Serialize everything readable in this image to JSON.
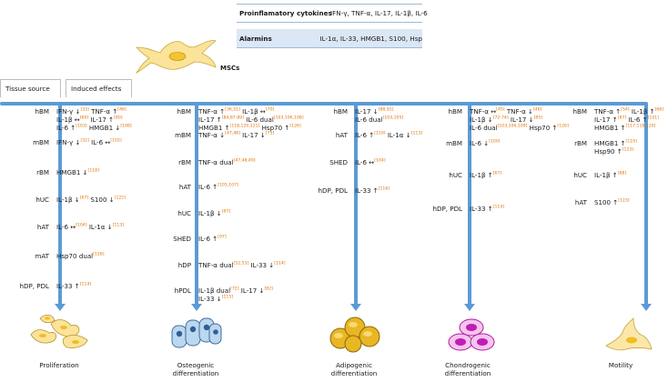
{
  "legend": [
    {
      "label": "Proinflamatory cytokines",
      "value": "IFN-γ, TNF-α, IL-17, IL-1β, IL-6"
    },
    {
      "label": "Alarmins",
      "value": "IL-1α, IL-33, HMGB1, S100, Hsp"
    }
  ],
  "msc_label": "MSCs",
  "tabs": [
    "Tissue source",
    "Induced effects"
  ],
  "columns": [
    {
      "outcome": "Proliferation",
      "entries": [
        {
          "source": "hBM",
          "lines": [
            [
              [
                "IFN-γ ↓",
                "[33]"
              ],
              [
                " TNF-α ↑",
                "[46]"
              ]
            ],
            [
              [
                "IL-1β ↔",
                "[69]"
              ],
              [
                " IL-17 ↑",
                "[80]"
              ]
            ],
            [
              [
                "IL-6 ↑",
                "[103]"
              ],
              [
                " HMGB1 ↓",
                "[108]"
              ]
            ]
          ]
        },
        {
          "source": "mBM",
          "lines": [
            [
              [
                "IFN-γ ↓",
                "[32]"
              ],
              [
                " IL-6 ↔",
                "[102]"
              ]
            ]
          ]
        },
        {
          "source": "rBM",
          "lines": [
            [
              [
                "HMGB1 ↓",
                "[118]"
              ]
            ]
          ]
        },
        {
          "source": "hUC",
          "lines": [
            [
              [
                "IL-1β ↓",
                "[67]"
              ],
              [
                " S100 ↓",
                "[122]"
              ]
            ]
          ]
        },
        {
          "source": "hAT",
          "lines": [
            [
              [
                "IL-6 ↔",
                "[104]"
              ],
              [
                " IL-1α ↓",
                "[113]"
              ]
            ]
          ]
        },
        {
          "source": "mAT",
          "lines": [
            [
              [
                "Hsp70 dual",
                "[126]"
              ]
            ]
          ]
        },
        {
          "source": "hDP, PDL",
          "lines": [
            [
              [
                "IL-33 ↑",
                "[114]"
              ]
            ]
          ]
        }
      ]
    },
    {
      "outcome": "Osteogenic differentiation",
      "entries": [
        {
          "source": "hBM",
          "lines": [
            [
              [
                "TNF-α ↑",
                "[36,51]"
              ],
              [
                " IL-1β ↔",
                "[70]"
              ]
            ],
            [
              [
                "IL-17 ↑",
                "[84,87-89]"
              ],
              [
                " IL-6 dual",
                "[103,106,108]"
              ]
            ],
            [
              [
                "HMGB1 ↑",
                "[118,120,121]"
              ],
              [
                " Hsp70 ↑",
                "[126]"
              ]
            ]
          ]
        },
        {
          "source": "mBM",
          "lines": [
            [
              [
                "TNF-α ↓",
                "[47,48]"
              ],
              [
                " IL-17 ↓",
                "[75]"
              ]
            ]
          ]
        },
        {
          "source": "rBM",
          "lines": [
            [
              [
                "TNF-α dual",
                "[47,48,49]"
              ]
            ]
          ]
        },
        {
          "source": "hAT",
          "lines": [
            [
              [
                "IL-6 ↑",
                "[105,107]"
              ]
            ]
          ]
        },
        {
          "source": "hUC",
          "lines": [
            [
              [
                "IL-1β ↓",
                "[67]"
              ]
            ]
          ]
        },
        {
          "source": "SHED",
          "lines": [
            [
              [
                "IL-6 ↑",
                "[97]"
              ]
            ]
          ]
        },
        {
          "source": "hDP",
          "lines": [
            [
              [
                "TNF-α dual",
                "[52,53]"
              ],
              [
                " IL-33 ↓",
                "[114]"
              ]
            ]
          ]
        },
        {
          "source": "hPDL",
          "lines": [
            [
              [
                "IL-1β dual",
                "[72]"
              ],
              [
                " IL-17 ↓",
                "[82]"
              ]
            ],
            [
              [
                "IL-33 ↓",
                "[115]"
              ]
            ]
          ]
        }
      ]
    },
    {
      "outcome": "Adipogenic differentiation",
      "entries": [
        {
          "source": "hBM",
          "lines": [
            [
              [
                "IL-17 ↓",
                "[88,91]"
              ]
            ],
            [
              [
                "IL-6 dual",
                "[103,105]"
              ]
            ]
          ]
        },
        {
          "source": "hAT",
          "lines": [
            [
              [
                "IL-6 ↑",
                "[110]"
              ],
              [
                " IL-1α ↓",
                "[113]"
              ]
            ]
          ]
        },
        {
          "source": "SHED",
          "lines": [
            [
              [
                "IL-6 ↔",
                "[104]"
              ]
            ]
          ]
        },
        {
          "source": "hDP, PDL",
          "lines": [
            [
              [
                "IL-33 ↑",
                "[116]"
              ]
            ]
          ]
        }
      ]
    },
    {
      "outcome": "Chondrogenic differentiation",
      "entries": [
        {
          "source": "hBM",
          "lines": [
            [
              [
                "TNF-α ↔",
                "[45]"
              ],
              [
                " TNF-α ↓",
                "[46]"
              ]
            ],
            [
              [
                "IL-1β ↓",
                "[72-74]"
              ],
              [
                " IL-17 ↓",
                "[85]"
              ]
            ],
            [
              [
                "IL-6 dual",
                "[103,106,109]"
              ],
              [
                " Hsp70 ↑",
                "[126]"
              ]
            ]
          ]
        },
        {
          "source": "mBM",
          "lines": [
            [
              [
                "IL-6 ↓",
                "[100]"
              ]
            ]
          ]
        },
        {
          "source": "hUC",
          "lines": [
            [
              [
                "IL-1β ↑",
                "[67]"
              ]
            ]
          ]
        },
        {
          "source": "hDP, PDL",
          "lines": [
            [
              [
                "IL-33 ↑",
                "[114]"
              ]
            ]
          ]
        }
      ]
    },
    {
      "outcome": "Motility",
      "entries": [
        {
          "source": "hBM",
          "lines": [
            [
              [
                "TNF-α ↑",
                "[54]"
              ],
              [
                " IL-1β ↑",
                "[68]"
              ]
            ],
            [
              [
                "IL-17 ↑",
                "[87]"
              ],
              [
                " IL-6 ↑",
                "[101]"
              ]
            ],
            [
              [
                "HMGB1 ↑",
                "[117,118,120]"
              ]
            ]
          ]
        },
        {
          "source": "rBM",
          "lines": [
            [
              [
                "HMGB1 ↑",
                "[119]"
              ]
            ],
            [
              [
                "Hsp90 ↑",
                "[123]"
              ]
            ]
          ]
        },
        {
          "source": "hUC",
          "lines": [
            [
              [
                "IL-1β ↑",
                "[68]"
              ]
            ]
          ]
        },
        {
          "source": "hAT",
          "lines": [
            [
              [
                "S100 ↑",
                "[123]"
              ]
            ]
          ]
        }
      ]
    }
  ],
  "colors": {
    "flow": "#5b9bd5",
    "reference": "#e07000",
    "table_header": "#dbe7f5"
  }
}
